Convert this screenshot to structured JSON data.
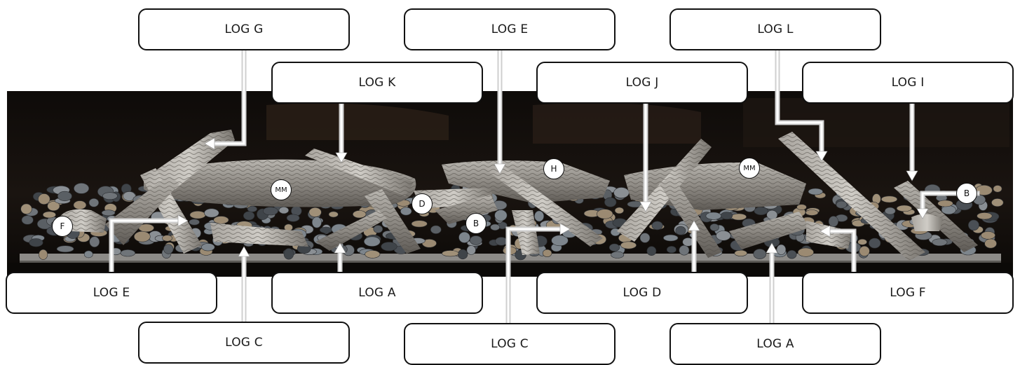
{
  "labels": {
    "log_g": "LOG G",
    "log_e_top": "LOG E",
    "log_l": "LOG L",
    "log_k": "LOG K",
    "log_j": "LOG J",
    "log_i": "LOG I",
    "log_e_bottom": "LOG E",
    "log_a_left": "LOG A",
    "log_d": "LOG D",
    "log_f": "LOG F",
    "log_c_left": "LOG C",
    "log_c_mid": "LOG C",
    "log_a_right": "LOG A"
  },
  "tags": {
    "f": "F",
    "mm_left": "MM",
    "d": "D",
    "b_mid": "B",
    "h": "H",
    "mm_right": "MM",
    "b_right": "B"
  }
}
